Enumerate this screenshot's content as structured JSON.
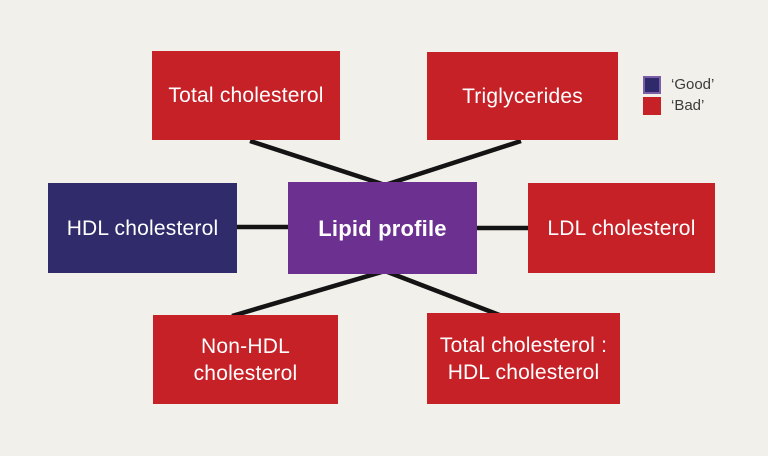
{
  "diagram": {
    "type": "spider-concept-map",
    "background_color": "#F1F0EA",
    "line_color": "#141414",
    "center": {
      "id": "lipid-profile",
      "label": "Lipid profile",
      "color": "#6C3190"
    },
    "nodes": [
      {
        "id": "total-cholesterol",
        "label": "Total cholesterol",
        "category": "bad"
      },
      {
        "id": "triglycerides",
        "label": "Triglycerides",
        "category": "bad"
      },
      {
        "id": "hdl-cholesterol",
        "label": "HDL cholesterol",
        "category": "good"
      },
      {
        "id": "ldl-cholesterol",
        "label": "LDL cholesterol",
        "category": "bad"
      },
      {
        "id": "non-hdl-cholesterol",
        "label": "Non-HDL cholesterol",
        "line1": "Non-HDL",
        "line2": "cholesterol",
        "category": "bad"
      },
      {
        "id": "tc-hdl-ratio",
        "label": "Total cholesterol : HDL cholesterol",
        "line1": "Total cholesterol :",
        "line2": "HDL cholesterol",
        "category": "bad"
      }
    ],
    "edges": [
      {
        "from": "lipid-profile",
        "to": "total-cholesterol"
      },
      {
        "from": "lipid-profile",
        "to": "triglycerides"
      },
      {
        "from": "lipid-profile",
        "to": "hdl-cholesterol"
      },
      {
        "from": "lipid-profile",
        "to": "ldl-cholesterol"
      },
      {
        "from": "lipid-profile",
        "to": "non-hdl-cholesterol"
      },
      {
        "from": "lipid-profile",
        "to": "tc-hdl-ratio"
      }
    ],
    "legend": {
      "items": [
        {
          "label": "‘Good’",
          "color": "#2E2A6C",
          "border_color": "#7B5EA6"
        },
        {
          "label": "‘Bad’",
          "color": "#C62127"
        }
      ]
    }
  }
}
